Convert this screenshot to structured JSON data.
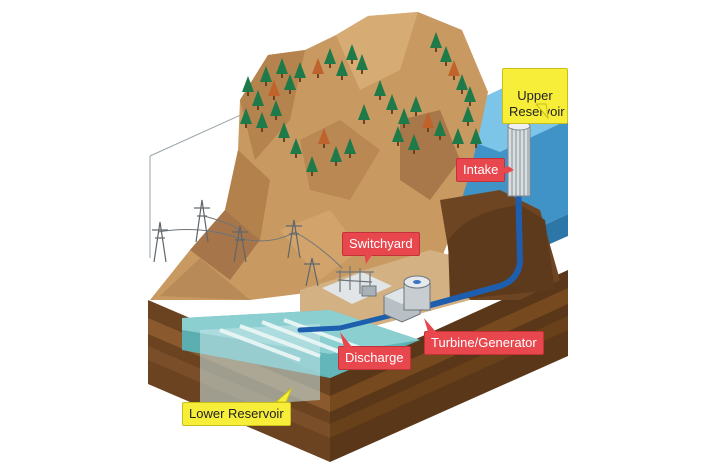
{
  "labels": {
    "upper_reservoir": "Upper\nReservoir",
    "intake": "Intake",
    "switchyard": "Switchyard",
    "turbine_generator": "Turbine/Generator",
    "discharge": "Discharge",
    "lower_reservoir": "Lower Reservoir"
  },
  "colors": {
    "callout_red": "#e8474e",
    "callout_yellow": "#f7ee3a",
    "mountain": "#c89a62",
    "soil_dark": "#6b4321",
    "soil_mid": "#8a5a2e",
    "water": "#3f93c7",
    "lower_water": "#5bb3b7",
    "trees": "#1f7a4a",
    "penstock": "#1d5fae"
  }
}
